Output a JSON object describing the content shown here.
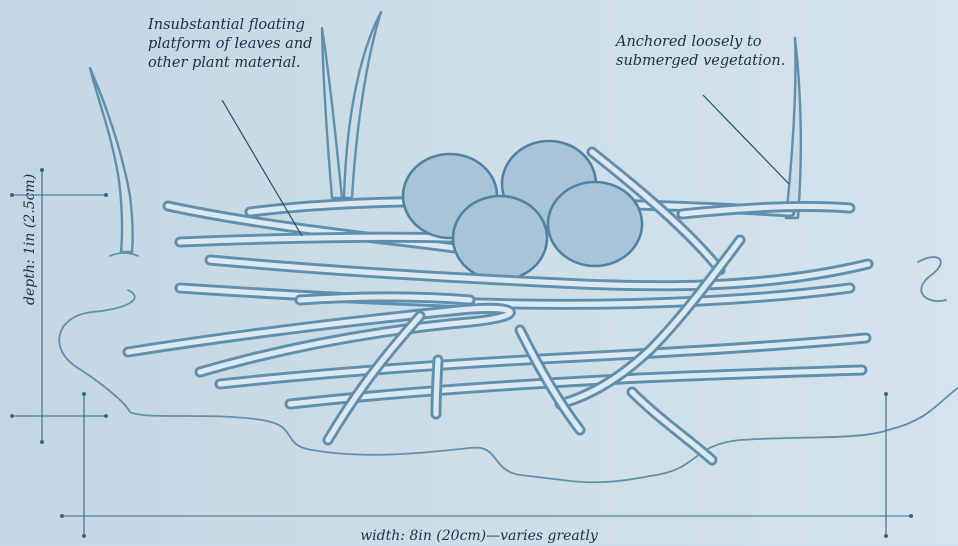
{
  "callouts": {
    "platform": "Insubstantial floating platform of leaves and other plant material.",
    "anchored": "Anchored loosely to submerged vegetation."
  },
  "dimensions": {
    "width": "width: 8in (20cm)—varies greatly",
    "depth": "depth: 1in (2.5cm)"
  },
  "colors": {
    "background": "#c9dbe6",
    "outline": "#5f8fad",
    "egg_fill": "#a8c4d8",
    "text": "#17324a"
  },
  "icons": [
    "reed-icon",
    "egg-icon",
    "stick-icon",
    "water-ripple-icon"
  ],
  "egg_count": 4
}
